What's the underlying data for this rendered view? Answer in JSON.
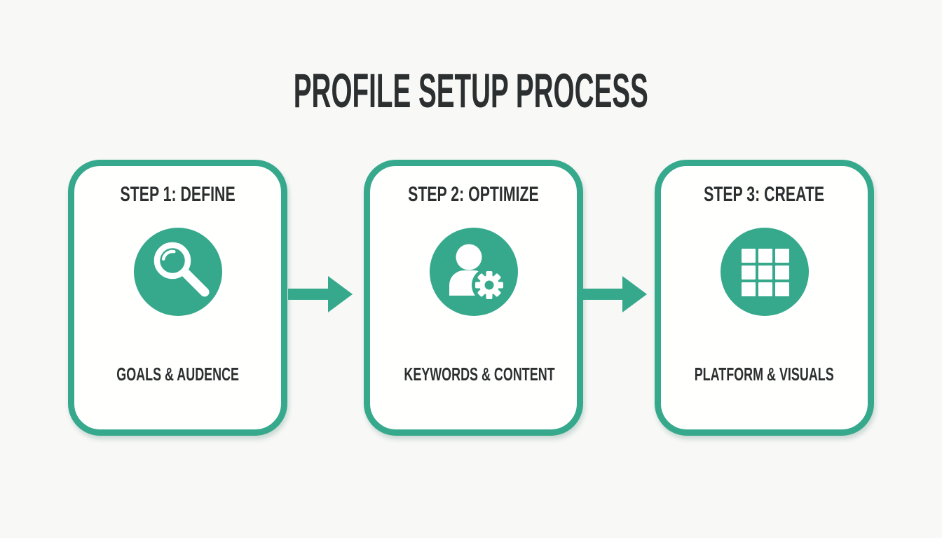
{
  "title": "PROFILE SETUP PROCESS",
  "colors": {
    "accent": "#36a98c",
    "text": "#2c2f30",
    "background": "#f8f8f7",
    "card": "#fffffe"
  },
  "steps": [
    {
      "title": "STEP 1: DEFINE",
      "caption": "GOALS & AUDENCE",
      "icon": "search-icon"
    },
    {
      "title": "STEP 2: OPTIMIZE",
      "caption": "KEYWORDS & CONTENT",
      "icon": "user-gear-icon"
    },
    {
      "title": "STEP 3: CREATE",
      "caption": "PLATFORM & VISUALS",
      "icon": "grid-icon"
    }
  ],
  "connectors": [
    {
      "icon": "arrow-right-icon"
    },
    {
      "icon": "arrow-right-icon"
    }
  ]
}
